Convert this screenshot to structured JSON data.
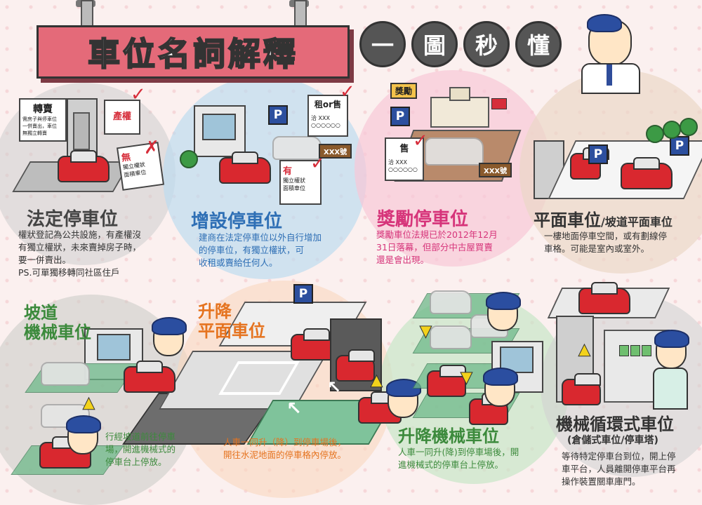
{
  "header": {
    "title": "車位名詞解釋",
    "bubbles": [
      "一",
      "圖",
      "秒",
      "懂"
    ]
  },
  "colors": {
    "title_bg": "#e46a79",
    "legal": "#444444",
    "added": "#2e6fb5",
    "reward": "#d6347a",
    "flat": "#333333",
    "ramp_mech": "#3c8a3c",
    "lift_flat": "#e5731f",
    "lift_mech": "#3c8a3c",
    "cycle": "#333333"
  },
  "sections": {
    "legal": {
      "title": "法定停車位",
      "desc": [
        "權狀登記為公共設施，有產權沒",
        "有獨立權狀，未來賣掉房子時，",
        "要一併賣出。",
        "PS.可單獨移轉同社區住戶"
      ],
      "docs": {
        "transfer": "轉賣",
        "transfer_note": [
          "需房子與停車位",
          "一併賣出，車位",
          "無獨立轉賣"
        ],
        "property": "產權",
        "none": "無",
        "none_note": [
          "獨立權狀",
          "面積車位"
        ]
      }
    },
    "added": {
      "title": "增設停車位",
      "desc": [
        "建商在法定停車位以外自行增加",
        "的停車位，有獨立權狀，可",
        "收租或賣給任何人。"
      ],
      "docs": {
        "rent": "租or售",
        "rent_note": "洽 XXX",
        "rent_phone": "○○○○○○",
        "has": "有",
        "has_note": [
          "獨立權狀",
          "面積車位"
        ],
        "plate": "XXX號"
      }
    },
    "reward": {
      "title": "獎勵停車位",
      "desc": [
        "獎勵車位法規已於2012年12月",
        "31日落幕，但部分中古屋買賣",
        "還是會出現。"
      ],
      "docs": {
        "reward_sign": "獎勵",
        "sale": "售",
        "sale_note": "洽 XXX",
        "sale_phone": "○○○○○○",
        "plate": "XXX號"
      }
    },
    "flat": {
      "title": "平面車位",
      "title_sub": "/坡道平面車位",
      "desc": [
        "一樓地面停車空間，或有劃線停",
        "車格。可能是室內或室外。"
      ]
    },
    "ramp_mech": {
      "title_line1": "坡道",
      "title_line2": "機械車位",
      "desc": [
        "行經坡道前往停車",
        "場，開進機械式的",
        "停車台上停放。"
      ]
    },
    "lift_flat": {
      "title_line1": "升降",
      "title_line2": "平面車位",
      "desc": [
        "人車一同升（降）到停車場後，",
        "開往水泥地面的停車格內停放。"
      ]
    },
    "lift_mech": {
      "title": "升降機械車位",
      "desc": [
        "人車一同升(降)到停車場後，開",
        "進機械式的停車台上停放。"
      ]
    },
    "cycle": {
      "title": "機械循環式車位",
      "subtitle": "(倉儲式車位/停車塔)",
      "desc": [
        "等待特定停車台到位，開上停",
        "車平台，人員離開停車平台再",
        "操作裝置關車庫門。"
      ]
    }
  },
  "signs": {
    "parking": "P"
  },
  "icons": {
    "check": "check-icon",
    "cross": "cross-icon",
    "arrow_up": "arrow-up-icon",
    "arrow_down": "arrow-down-icon"
  }
}
